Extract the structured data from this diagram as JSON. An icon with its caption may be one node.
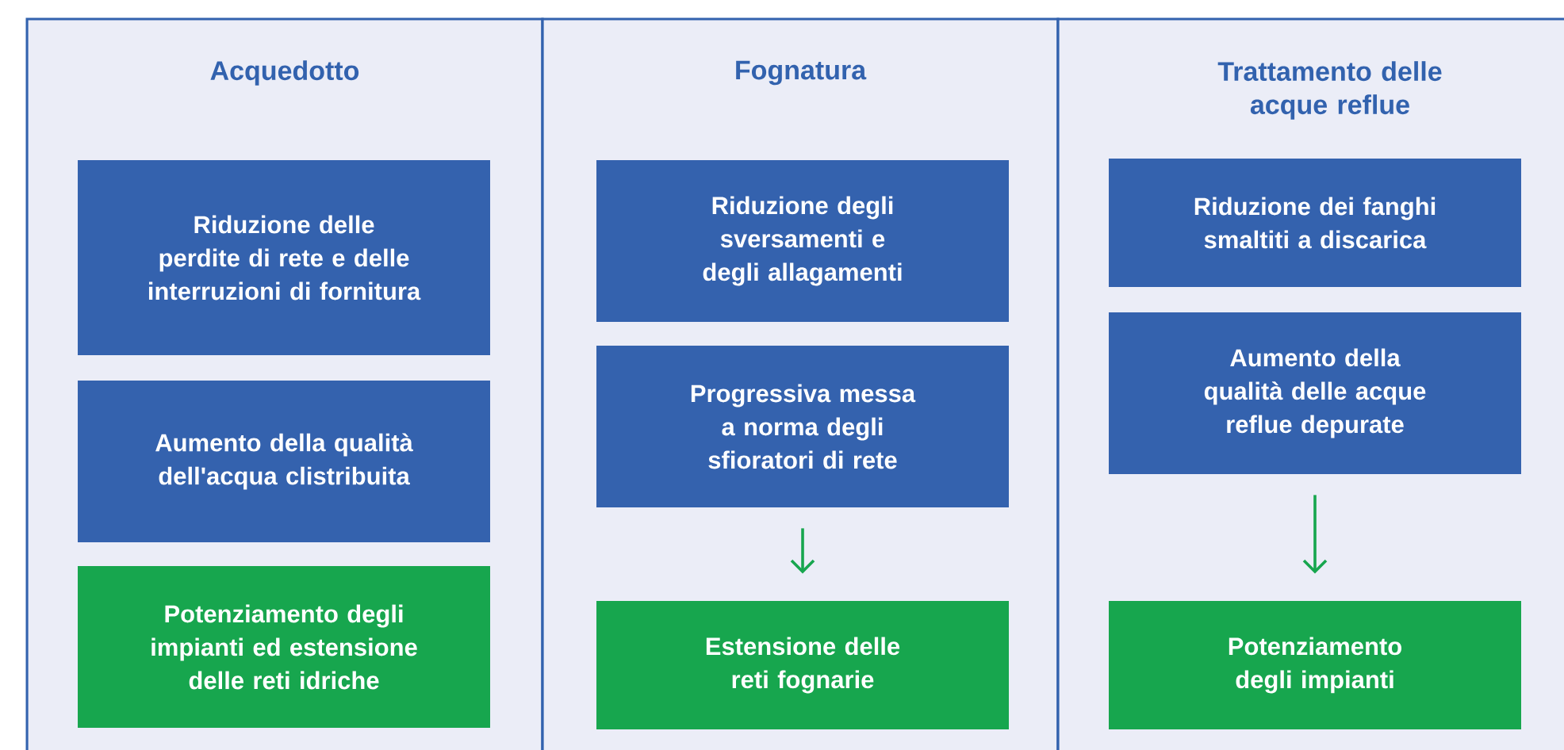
{
  "diagram": {
    "nodes": [
      {
        "text": [
          "Acquedotto"
        ]
      },
      {
        "text": [
          "Riduzione delle perdite di rete e delle interruzioni di fornitura"
        ],
        "in": 0
      },
      {
        "text": [
          "Aumento della qualità dell'acqua clistribuita"
        ],
        "in": 0
      },
      {
        "text": [
          "Potenziamento degli impianti ed estensione delle reti idriche"
        ],
        "in": 0
      },
      {
        "text": [
          "Fognatura"
        ]
      },
      {
        "text": [
          "Riduzione degli sversamenti e degli allagamenti"
        ],
        "in": 4
      },
      {
        "text": [
          "Progressiva messa a norma degli sfioratori di rete"
        ],
        "in": 4
      },
      {
        "text": [
          "Estensione delle reti fognarie"
        ],
        "in": 4
      },
      {
        "text": [
          "Trattamento delle acque reflue"
        ]
      },
      {
        "text": [
          "Riduzione dei fanghi smaltiti a discarica"
        ],
        "in": 8
      },
      {
        "text": [
          "Aumento della qualità delle acque reflue depurate"
        ],
        "in": 8
      },
      {
        "text": [
          "Potenziamento degli impianti"
        ],
        "in": 8
      }
    ],
    "edges": [
      {
        "from": 6,
        "to": 7,
        "arrow": "to"
      },
      {
        "from": 10,
        "to": 11,
        "arrow": "to"
      }
    ]
  }
}
